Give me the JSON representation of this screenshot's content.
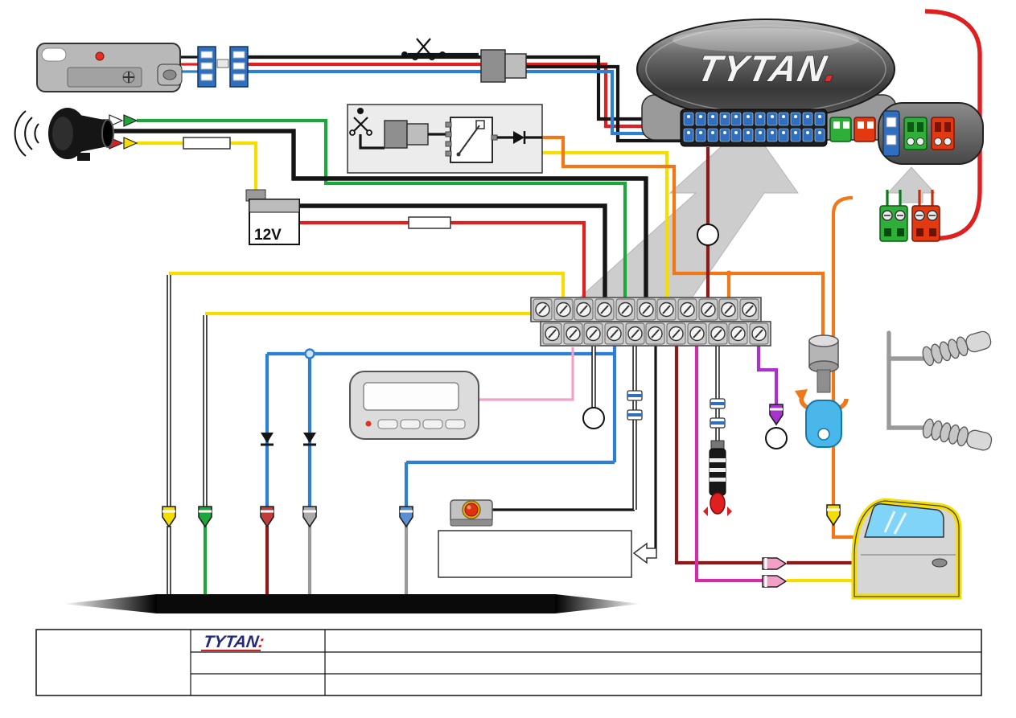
{
  "texts": {
    "unit_logo": "TYTAN",
    "unit_logo_suffix": ".",
    "battery_label": "12V",
    "table_logo": "TYTAN",
    "table_logo_suffix": ":"
  },
  "colors": {
    "wire_yellow": "#f5dd00",
    "wire_green": "#1ea63c",
    "wire_red": "#e02020",
    "wire_dark_red": "#8b1a1a",
    "wire_blue": "#2d7fd3",
    "wire_black": "#151515",
    "wire_white": "#ffffff",
    "wire_orange": "#f07818",
    "wire_pink": "#f2a0c8",
    "wire_magenta": "#cf2fa6",
    "wire_purple": "#a833cc",
    "wire_gray": "#9a9a9a",
    "pin_blue": "#2f6fc0",
    "connector_green": "#2fae3a",
    "connector_red": "#e23910",
    "arrow_gray": "#cdcdcd",
    "door_window": "#7fd4f7",
    "brand_blue": "#232a7c",
    "brand_red": "#d22020"
  },
  "components": [
    "led-status-indicator",
    "harness-connector-pair",
    "cut-wire-scissors",
    "bullet-connector",
    "siren",
    "inline-fuse",
    "battery-12v",
    "relay-module",
    "diode",
    "main-control-unit",
    "main-connector-24pin",
    "aux-connector-green",
    "aux-connector-red",
    "connector-pod",
    "harness-arrow",
    "screw-terminal-green",
    "screw-terminal-red",
    "terminal-strip",
    "pager-remote",
    "valet-button",
    "instruction-box",
    "ignition-switch",
    "test-lamp",
    "car-door",
    "door-wire-boot",
    "callout-circle",
    "ground-strip"
  ],
  "table": {
    "row_count": 3,
    "col_count": 3
  }
}
